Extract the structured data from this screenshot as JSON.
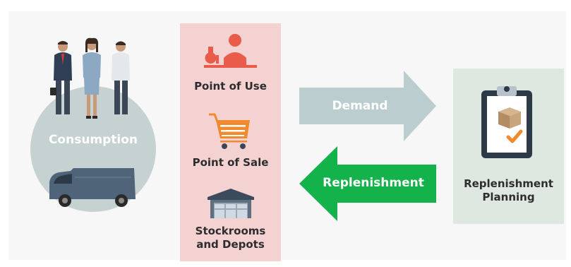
{
  "consumption": {
    "label": "Consumption",
    "people_icon": "business-people-icon",
    "vehicle_icon": "delivery-van-icon"
  },
  "channels": [
    {
      "label": "Point of Use",
      "icon": "lab-clerk-icon"
    },
    {
      "label": "Point of Sale",
      "icon": "shopping-cart-icon"
    },
    {
      "label": "Stockrooms\nand Depots",
      "label_line1": "Stockrooms",
      "label_line2": "and Depots",
      "icon": "warehouse-icon"
    }
  ],
  "flows": {
    "demand": {
      "label": "Demand",
      "direction": "right",
      "color": "#bccdd0"
    },
    "replenishment": {
      "label": "Replenishment",
      "direction": "left",
      "color": "#14b24a"
    }
  },
  "planning": {
    "label_line1": "Replenishment",
    "label_line2": "Planning",
    "icon": "clipboard-box-check-icon"
  },
  "colors": {
    "circle": "#c6d1d2",
    "channel_panel": "#f4d2d1",
    "planning_panel": "#dfe7e1",
    "accent_orange": "#f08a2e"
  }
}
